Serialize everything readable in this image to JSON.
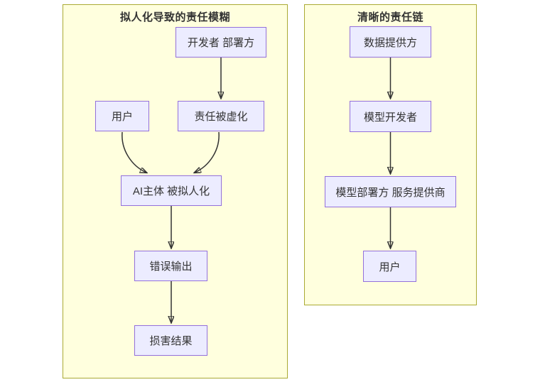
{
  "diagram": {
    "type": "flowchart",
    "colors": {
      "cluster_fill": "#ffffde",
      "cluster_border": "#aaaa33",
      "node_fill": "#ececff",
      "node_border": "#9370db",
      "edge": "#333333",
      "text": "#333333"
    },
    "left_cluster": {
      "title": "拟人化导致的责任模糊",
      "nodes": [
        {
          "id": "developer-deployer",
          "label": "开发者 部署方"
        },
        {
          "id": "user",
          "label": "用户"
        },
        {
          "id": "responsibility-blurred",
          "label": "责任被虚化"
        },
        {
          "id": "ai-anthropomorphized",
          "label": "AI主体 被拟人化"
        },
        {
          "id": "wrong-output",
          "label": "错误输出"
        },
        {
          "id": "harm-result",
          "label": "损害结果"
        }
      ],
      "edges": [
        {
          "from": "开发者 部署方",
          "to": "责任被虚化"
        },
        {
          "from": "用户",
          "to": "AI主体 被拟人化"
        },
        {
          "from": "责任被虚化",
          "to": "AI主体 被拟人化"
        },
        {
          "from": "AI主体 被拟人化",
          "to": "错误输出"
        },
        {
          "from": "错误输出",
          "to": "损害结果"
        }
      ]
    },
    "right_cluster": {
      "title": "清晰的责任链",
      "nodes": [
        {
          "id": "data-provider",
          "label": "数据提供方"
        },
        {
          "id": "model-developer",
          "label": "模型开发者"
        },
        {
          "id": "model-deployer-service-provider",
          "label": "模型部署方 服务提供商"
        },
        {
          "id": "end-user",
          "label": "用户"
        }
      ],
      "edges": [
        {
          "from": "数据提供方",
          "to": "模型开发者"
        },
        {
          "from": "模型开发者",
          "to": "模型部署方 服务提供商"
        },
        {
          "from": "模型部署方 服务提供商",
          "to": "用户"
        }
      ]
    }
  }
}
